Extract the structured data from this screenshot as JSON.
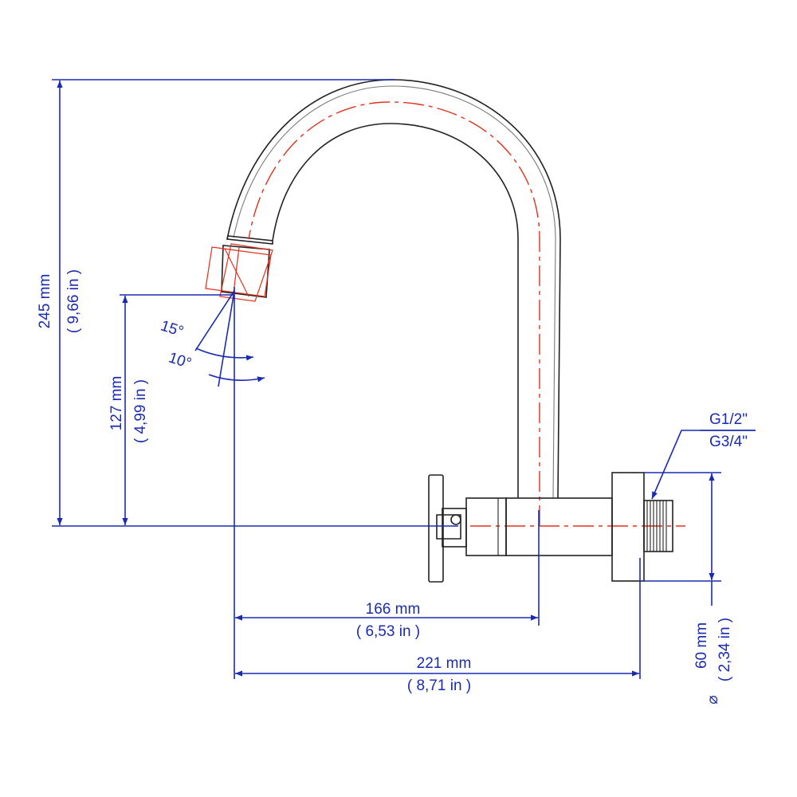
{
  "colors": {
    "dimension": "#1a2bb0",
    "outline": "#222222",
    "centerline": "#e0301c"
  },
  "dimensions": {
    "total_height_mm": "245 mm",
    "total_height_in": "( 9,66 in )",
    "outlet_height_mm": "127 mm",
    "outlet_height_in": "( 4,99 in )",
    "angle_1": "15°",
    "angle_2": "10°",
    "reach_mm": "166 mm",
    "reach_in": "( 6,53 in )",
    "total_reach_mm": "221 mm",
    "total_reach_in": "( 8,71 in )",
    "thread_1": "G1/2\"",
    "thread_2": "G3/4\"",
    "flange_mm": "60 mm",
    "flange_in": "( 2,34 in )",
    "diameter_symbol": "⌀"
  }
}
